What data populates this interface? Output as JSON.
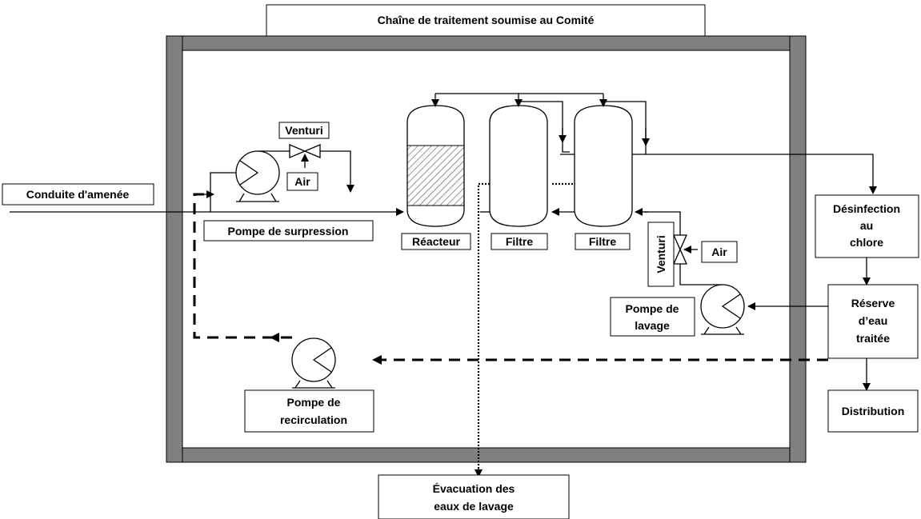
{
  "title": "Chaîne de traitement soumise au Comité",
  "labels": {
    "inlet": "Conduite d'amenée",
    "venturi_top": "Venturi",
    "air_top": "Air",
    "booster_pump": "Pompe de surpression",
    "reactor": "Réacteur",
    "filter1": "Filtre",
    "filter2": "Filtre",
    "venturi_side": "Venturi",
    "air_side": "Air",
    "wash_pump_line1": "Pompe de",
    "wash_pump_line2": "lavage",
    "recirc_pump_line1": "Pompe de",
    "recirc_pump_line2": "recirculation",
    "disinfection_line1": "Désinfection",
    "disinfection_line2": "au",
    "disinfection_line3": "chlore",
    "reserve_line1": "Réserve",
    "reserve_line2": "d’eau",
    "reserve_line3": "traitée",
    "distribution": "Distribution",
    "evacuation_line1": "Évacuation des",
    "evacuation_line2": "eaux de lavage"
  },
  "colors": {
    "wall": "#808080",
    "line": "#000000",
    "background": "#ffffff"
  }
}
